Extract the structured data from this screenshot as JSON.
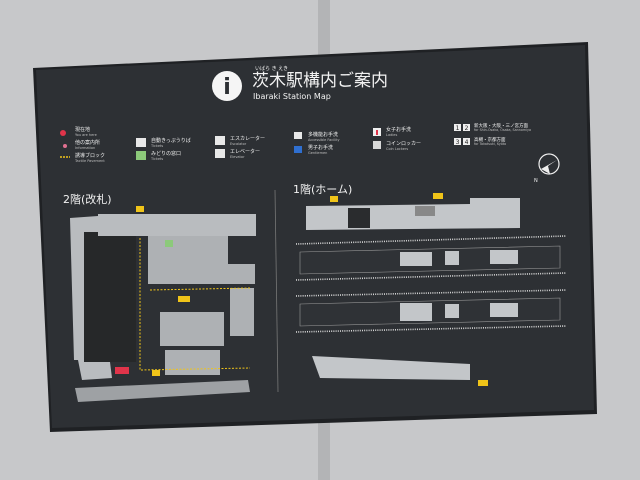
{
  "sign": {
    "title_ja": "茨木駅構内ご案内",
    "title_ruby": "いばら き えき",
    "title_en": "Ibaraki Station Map",
    "info_icon": "i",
    "north_label": "N",
    "legend": [
      {
        "ja": "現在地",
        "en": "You are here",
        "icon": "red-dot"
      },
      {
        "ja": "他の案内所",
        "en": "Information",
        "icon": "pink-dot"
      },
      {
        "ja": "誘導ブロック",
        "en": "Tactile Pavement",
        "icon": "yellow-dashes"
      },
      {
        "ja": "自動きっぷうりば",
        "en": "Tickets",
        "icon": "ticket-machine"
      },
      {
        "ja": "みどりの窓口",
        "en": "Tickets",
        "icon": "green-ticket-office"
      },
      {
        "ja": "エスカレーター",
        "en": "Escalator",
        "icon": "escalator"
      },
      {
        "ja": "エレベーター",
        "en": "Elevator",
        "icon": "elevator"
      },
      {
        "ja": "多機能お手洗",
        "en": "Accessible Facility",
        "icon": "wheelchair"
      },
      {
        "ja": "男子お手洗",
        "en": "Gentlemen",
        "icon": "men"
      },
      {
        "ja": "女子お手洗",
        "en": "Ladies",
        "icon": "women"
      },
      {
        "ja": "コインロッカー",
        "en": "Coin Lockers",
        "icon": "locker"
      }
    ],
    "platforms": [
      {
        "numbers": [
          "1",
          "2"
        ],
        "ja": "新大阪・大阪・三ノ宮方面",
        "en": "for Shin-Ōsaka, Ōsaka, Sannomiya"
      },
      {
        "numbers": [
          "3",
          "4"
        ],
        "ja": "高槻・京都方面",
        "en": "for Takatsuki, Kyōto"
      }
    ],
    "floor2_label": "2階(改札)",
    "floor1_label": "1階(ホーム)",
    "colors": {
      "panel": "#2c2f33",
      "wall": "#c9cacc",
      "accent_yellow": "#f0c419",
      "red": "#e0344a"
    }
  }
}
